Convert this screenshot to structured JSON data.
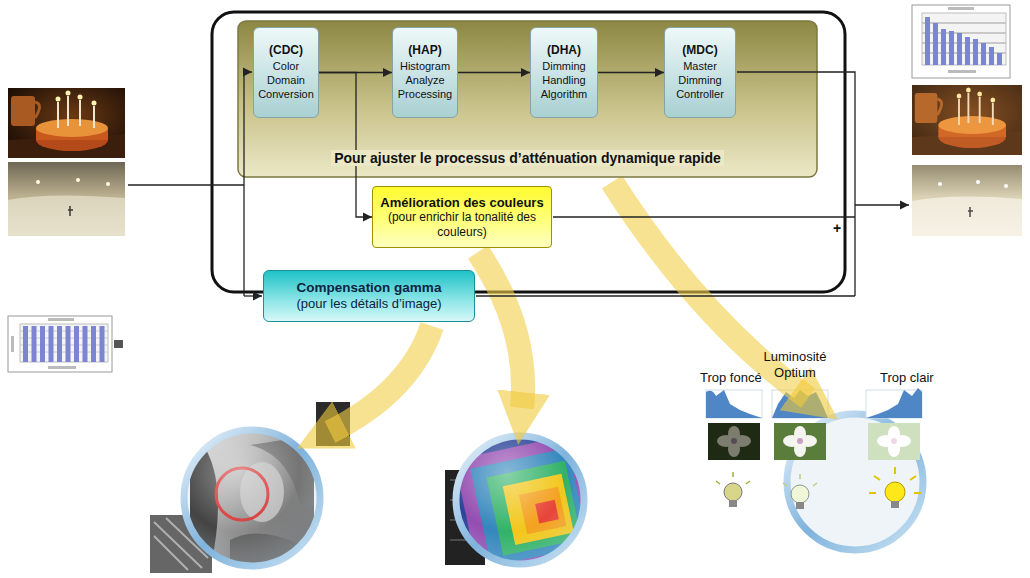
{
  "diagram": {
    "nodes": [
      {
        "text": [
          "Pour ajuster le processus d’atténuation dynamique rapide"
        ]
      },
      {
        "text": [
          "(CDC)",
          "Color Domain Conversion"
        ],
        "in": 0
      },
      {
        "text": [
          "(HAP)",
          "Histogram Analyze Processing"
        ],
        "in": 0
      },
      {
        "text": [
          "(DHA)",
          "Dimming Handling Algorithm"
        ],
        "in": 0
      },
      {
        "text": [
          "(MDC)",
          "Master Dimming Controller"
        ],
        "in": 0
      },
      {
        "text": [
          "Amélioration des couleurs",
          "(pour enrichir la tonalité des couleurs)"
        ]
      },
      {
        "text": [
          "Compensation gamma",
          "(pour les détails d’image)"
        ]
      }
    ],
    "edges": [
      {
        "from": 1,
        "to": 2,
        "arrow": "to"
      },
      {
        "from": 2,
        "to": 3,
        "arrow": "to"
      },
      {
        "from": 3,
        "to": 4,
        "arrow": "to"
      },
      {
        "from": 1,
        "to": 5,
        "arrow": "to"
      }
    ],
    "labels": [
      "+",
      "Luminosité Optium",
      "Trop foncé",
      "Trop clair"
    ]
  }
}
